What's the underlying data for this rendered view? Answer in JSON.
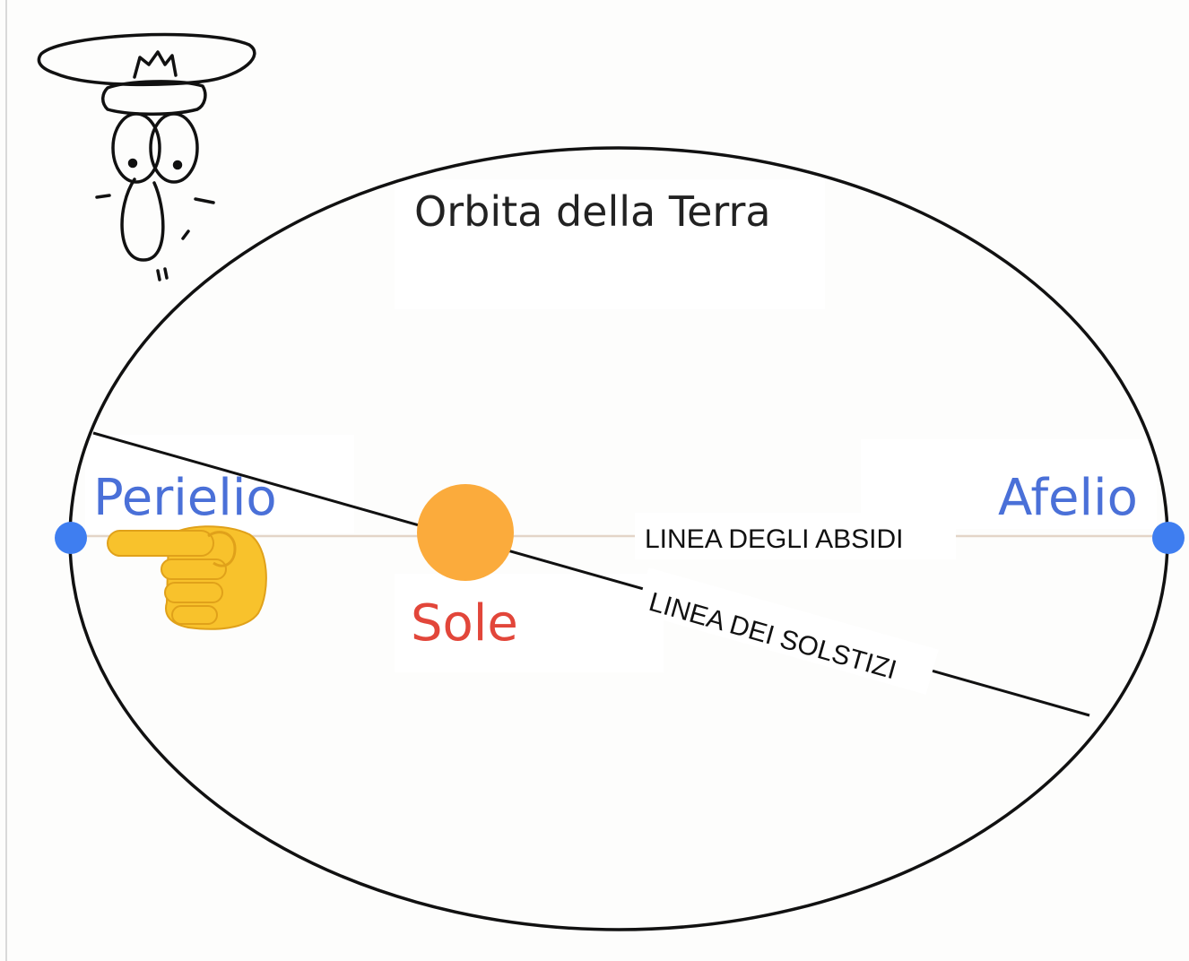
{
  "diagram": {
    "title": "Orbita della Terra",
    "perihelion_label": "Perielio",
    "aphelion_label": "Afelio",
    "sun_label": "Sole",
    "apsides_line_label": "LINEA DEGLI ABSIDI",
    "solstices_line_label": "LINEA DEI SOLSTIZI"
  },
  "colors": {
    "orbit": "#111111",
    "point": "#3f7ef0",
    "sun": "#fbab3c",
    "apsides_line": "#e3d5c8",
    "perihelion_text": "#4a70d8",
    "sun_text": "#e2463a",
    "hand": "#f8c22c"
  },
  "icons": {
    "hand": "pointing-hand-icon",
    "character": "character-doodle-icon"
  }
}
